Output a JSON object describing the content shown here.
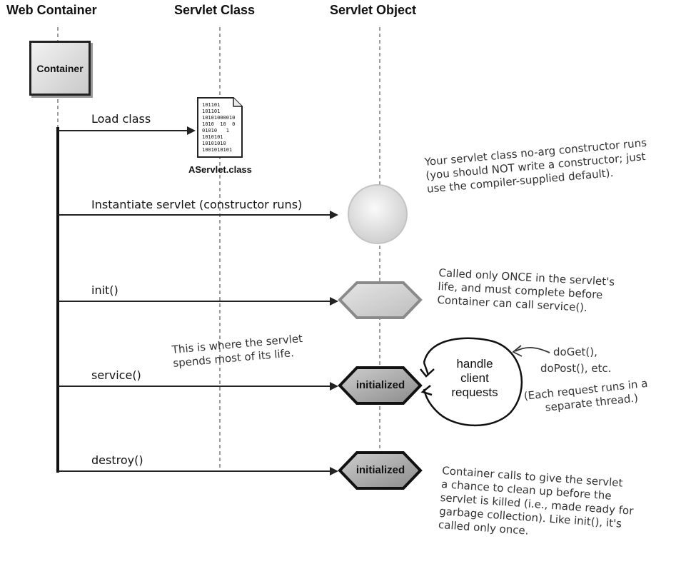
{
  "columns": {
    "web_container": "Web Container",
    "servlet_class": "Servlet Class",
    "servlet_object": "Servlet Object"
  },
  "container_label": "Container",
  "steps": {
    "load": "Load class",
    "instantiate": "Instantiate servlet (constructor runs)",
    "init": "init()",
    "service": "service()",
    "destroy": "destroy()"
  },
  "class_file": {
    "name": "AServlet.class",
    "bits": [
      "101101",
      "101101",
      "10101000010",
      "1010  10  0",
      "01010   1",
      "1010101",
      "10101010",
      "1001010101"
    ]
  },
  "states": {
    "service": "initialized",
    "destroy": "initialized"
  },
  "bubble": [
    "handle",
    "client",
    "requests"
  ],
  "notes": {
    "constructor": [
      "Your servlet class no-arg constructor runs",
      "(you should NOT write a constructor; just",
      "use the compiler-supplied default)."
    ],
    "init": [
      "Called only ONCE in the servlet's",
      "life, and must complete before",
      "Container can call service()."
    ],
    "service_life": [
      "This is where the servlet",
      "spends most of its life."
    ],
    "do_methods": [
      "doGet(),",
      "doPost(), etc."
    ],
    "threads": [
      "(Each request runs in a",
      "separate thread.)"
    ],
    "destroy": [
      "Container calls to give the servlet",
      "a chance to clean up before the",
      "servlet is killed (i.e., made ready for",
      "garbage collection). Like init(), it's",
      "called only once."
    ]
  }
}
